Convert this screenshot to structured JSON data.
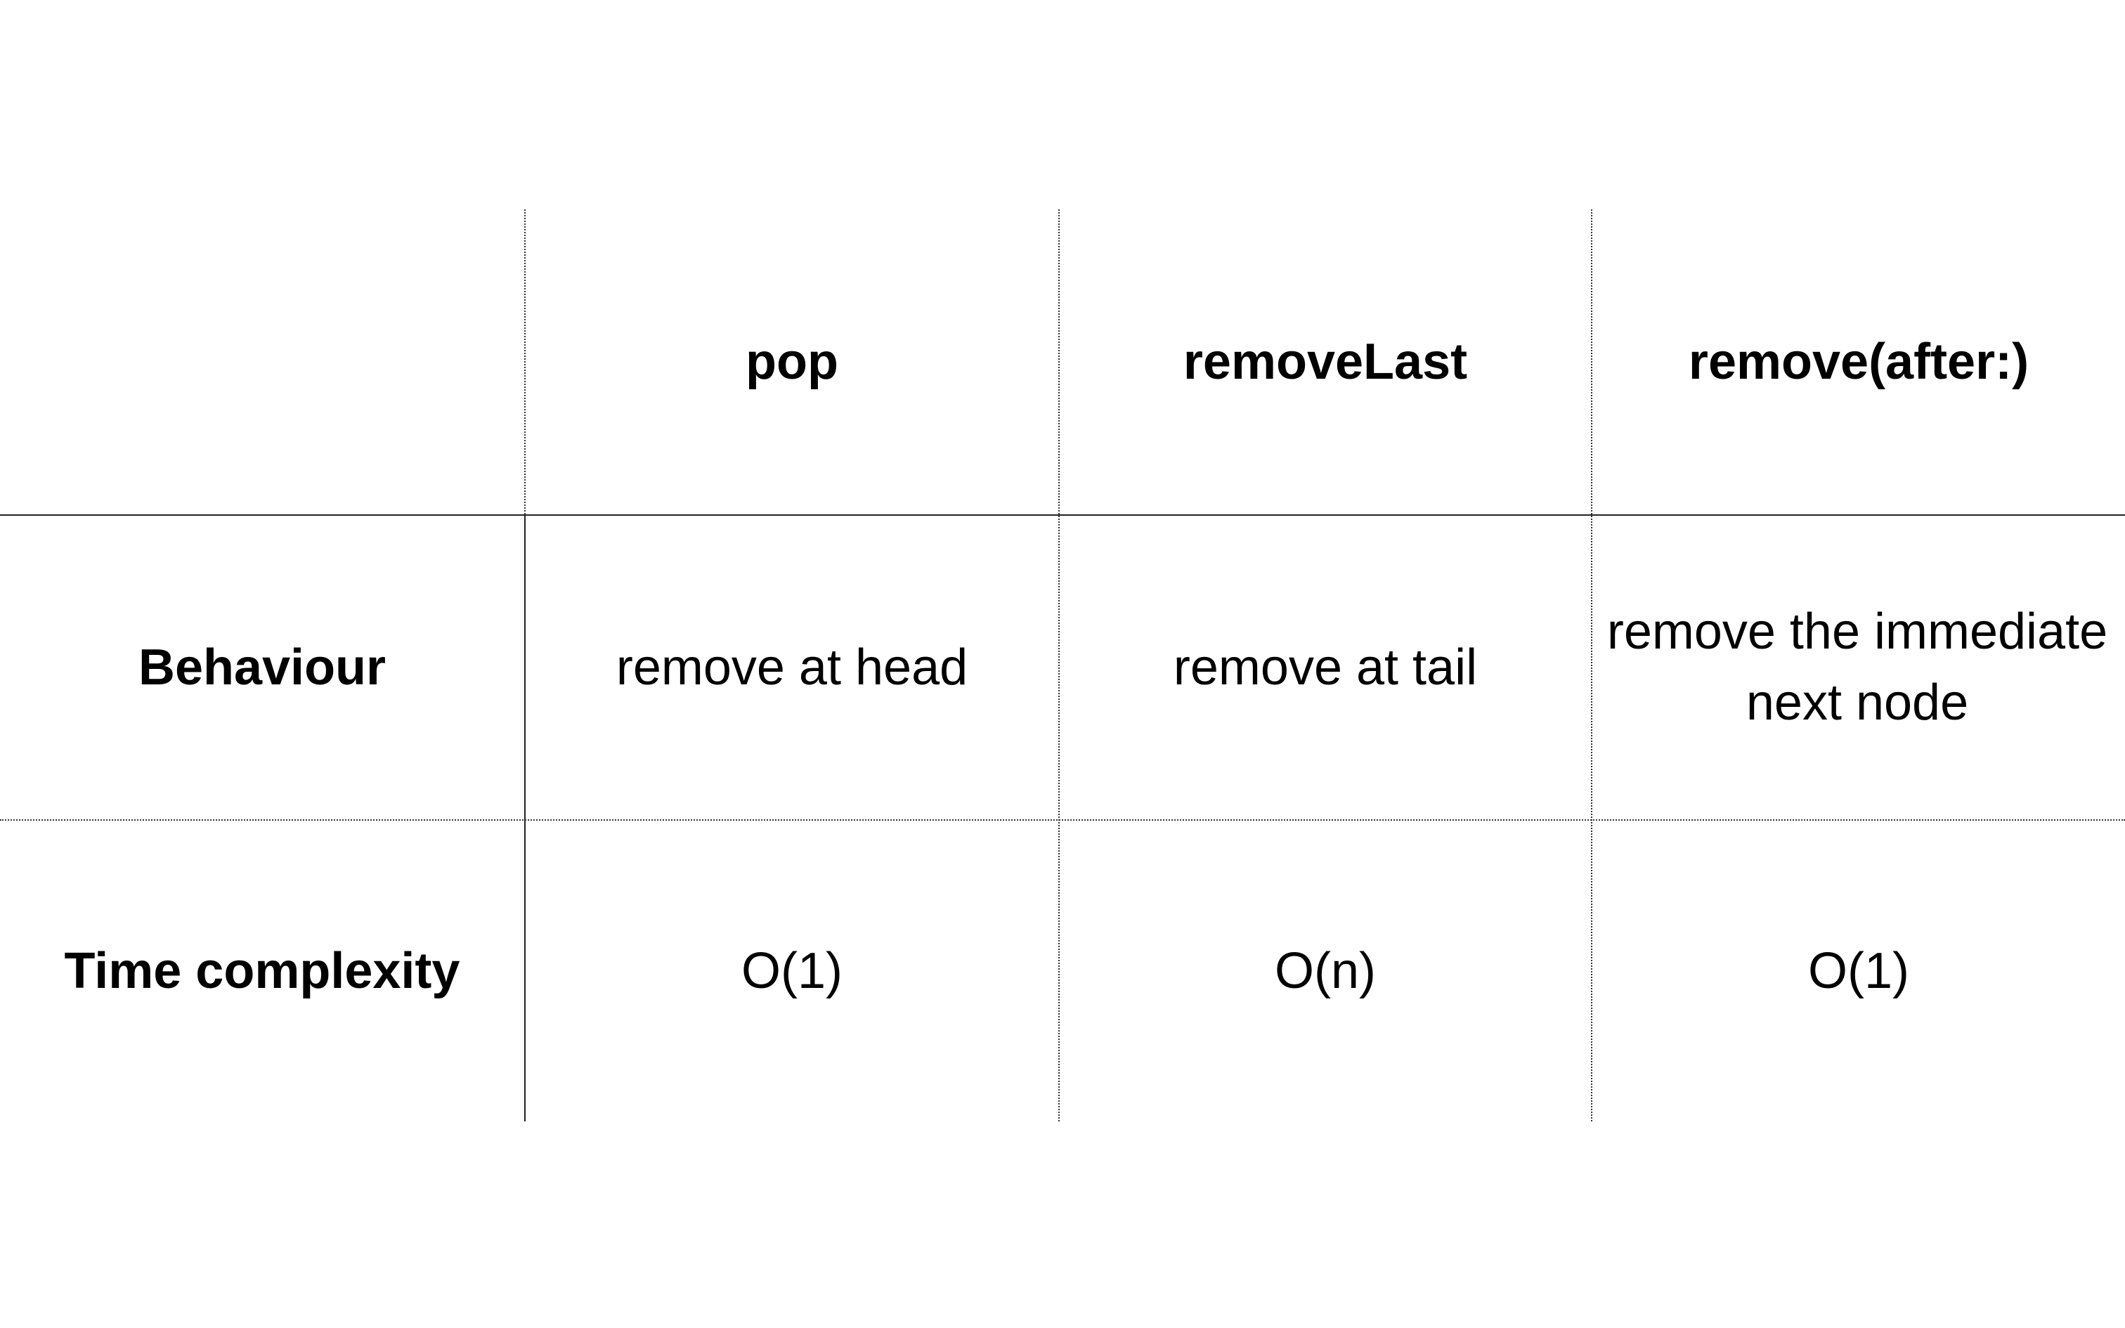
{
  "table": {
    "columns": [
      "pop",
      "removeLast",
      "remove(after:)"
    ],
    "rows": [
      {
        "label": "Behaviour",
        "cells": [
          "remove at head",
          "remove at tail",
          "remove the immediate next node"
        ]
      },
      {
        "label": "Time complexity",
        "cells": [
          "O(1)",
          "O(n)",
          "O(1)"
        ]
      }
    ]
  }
}
